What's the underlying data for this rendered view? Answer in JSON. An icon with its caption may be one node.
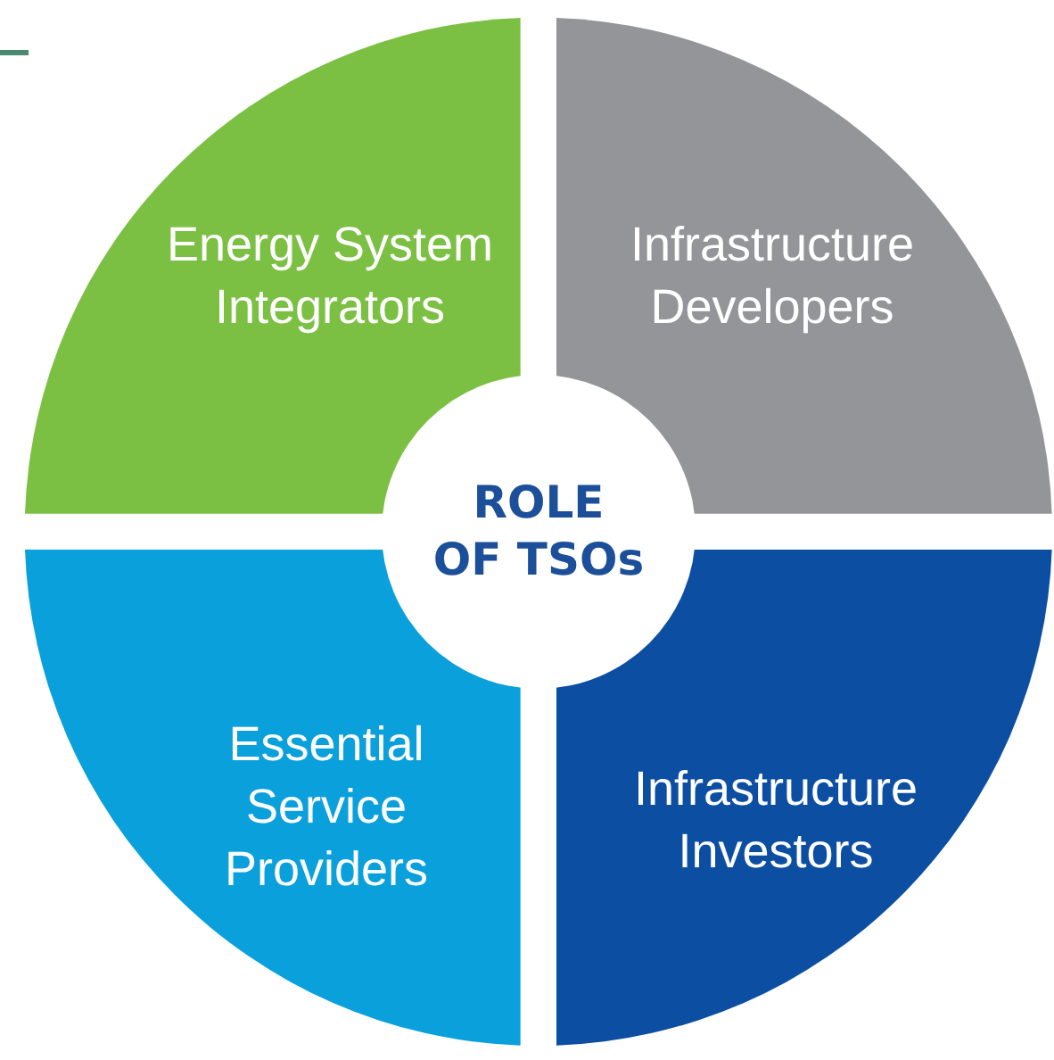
{
  "diagram": {
    "nodes": [
      {
        "text": [
          "Energy System Integrators"
        ]
      },
      {
        "text": [
          "Infrastructure Developers"
        ]
      },
      {
        "text": [
          "ROLE OF TSOs"
        ]
      },
      {
        "text": [
          "Essential Service Providers"
        ]
      },
      {
        "text": [
          "Infrastructure Investors"
        ]
      }
    ]
  }
}
